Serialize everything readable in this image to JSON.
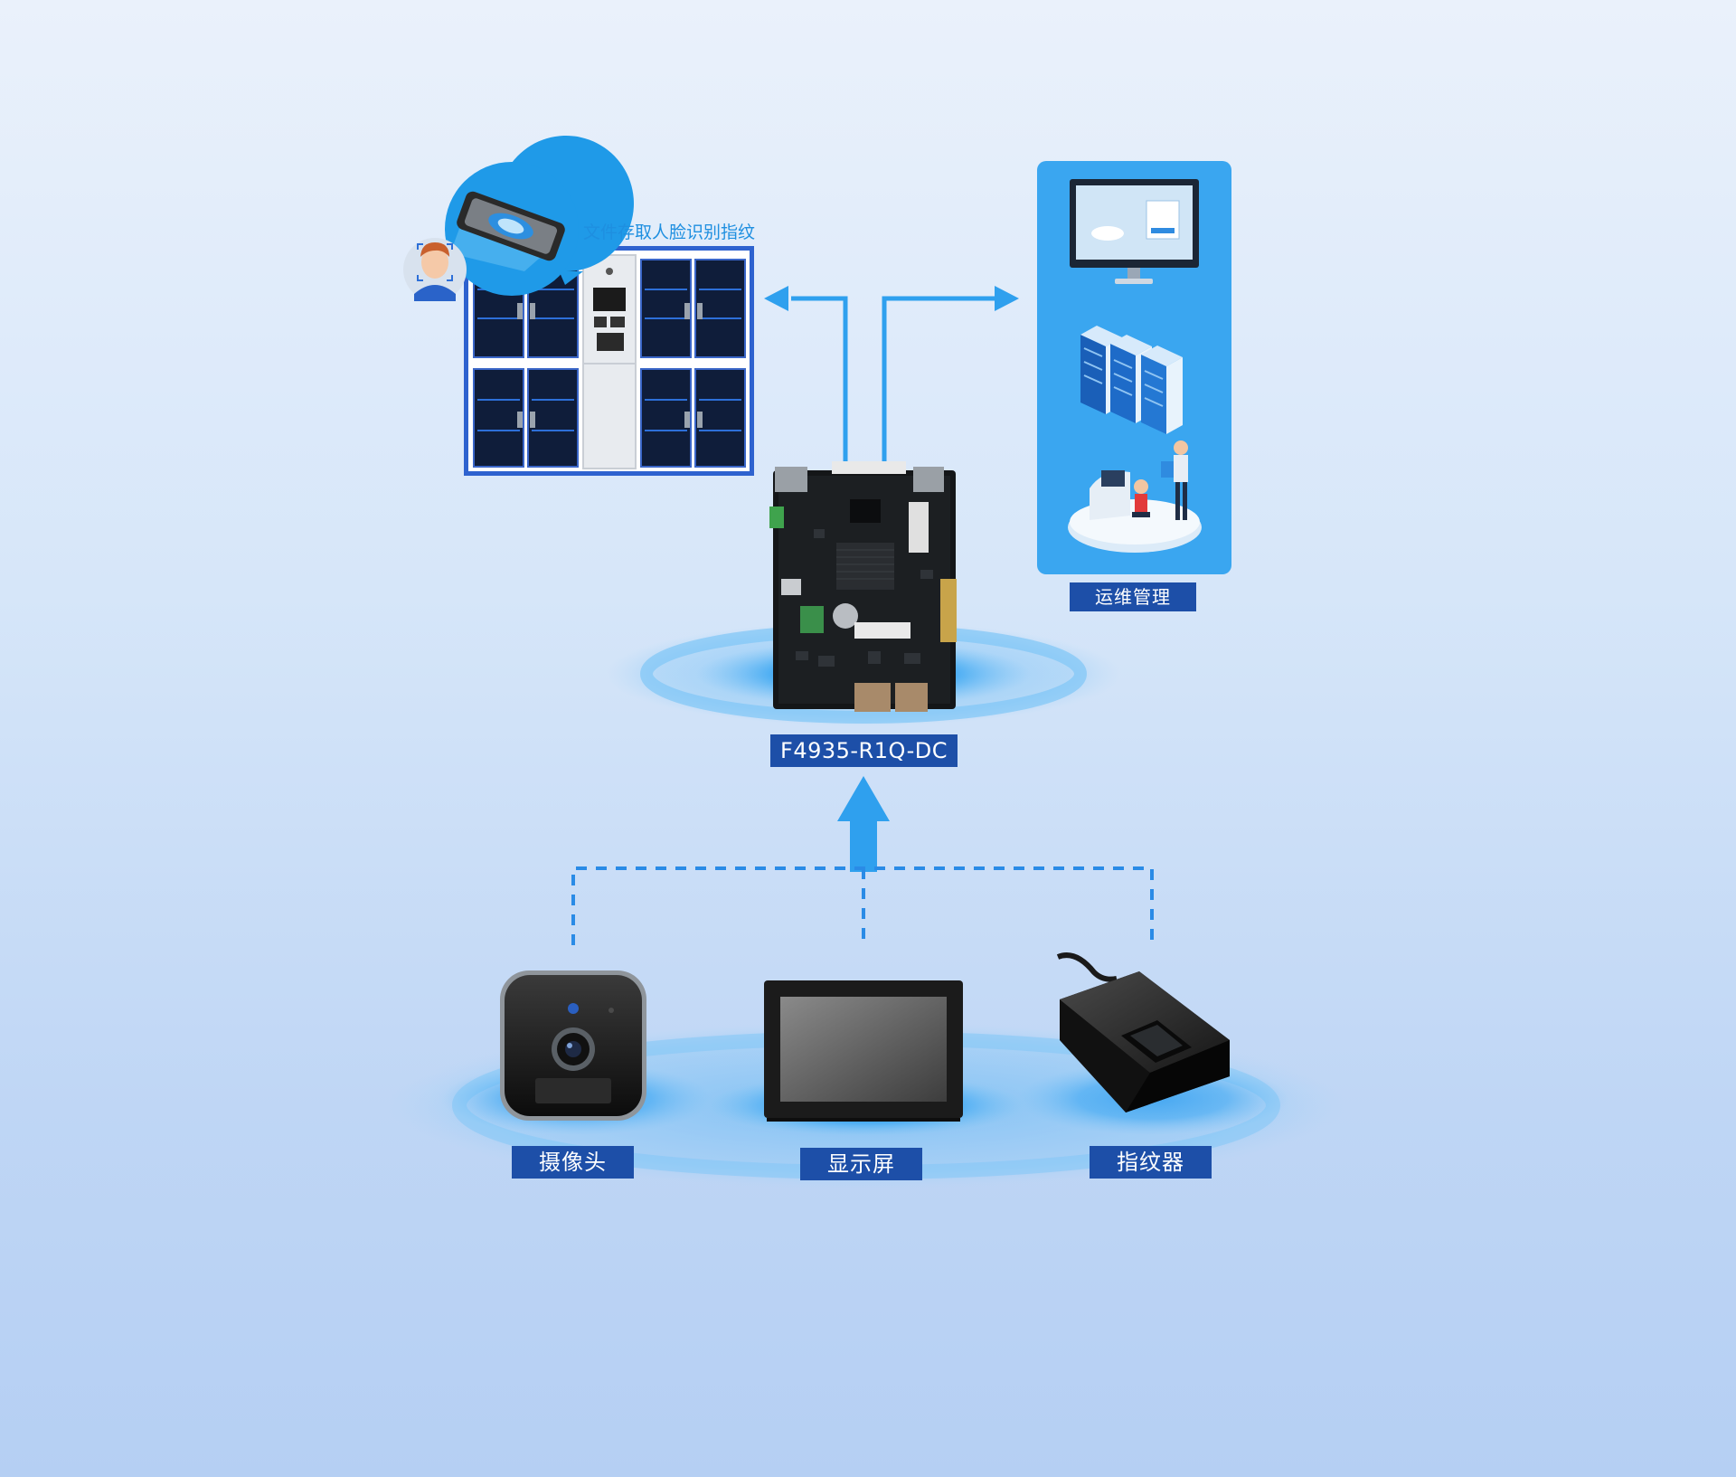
{
  "diagram": {
    "board_label": "F4935-R1Q-DC",
    "cabinet_caption": "文件存取人脸识别指纹",
    "ops_label": "运维管理",
    "camera_label": "摄像头",
    "display_label": "显示屏",
    "fingerprint_label": "指纹器"
  },
  "icons": {
    "face": "face-recognition-icon",
    "fingerprint_scan": "fingerprint-scan-icon",
    "cabinet": "file-cabinet-icon",
    "monitor": "monitor-icon",
    "servers": "server-rack-icon",
    "workers": "operations-staff-icon",
    "board": "circuit-board-icon",
    "camera": "camera-icon",
    "display": "display-screen-icon",
    "fingerprint_reader": "fingerprint-reader-icon"
  },
  "colors": {
    "label_bg": "#1d4fa8",
    "arrow": "#2fa0ee",
    "dashed": "#2a8be6",
    "ops_panel": "#3aa6f0",
    "ripple": "#2b9df0"
  }
}
